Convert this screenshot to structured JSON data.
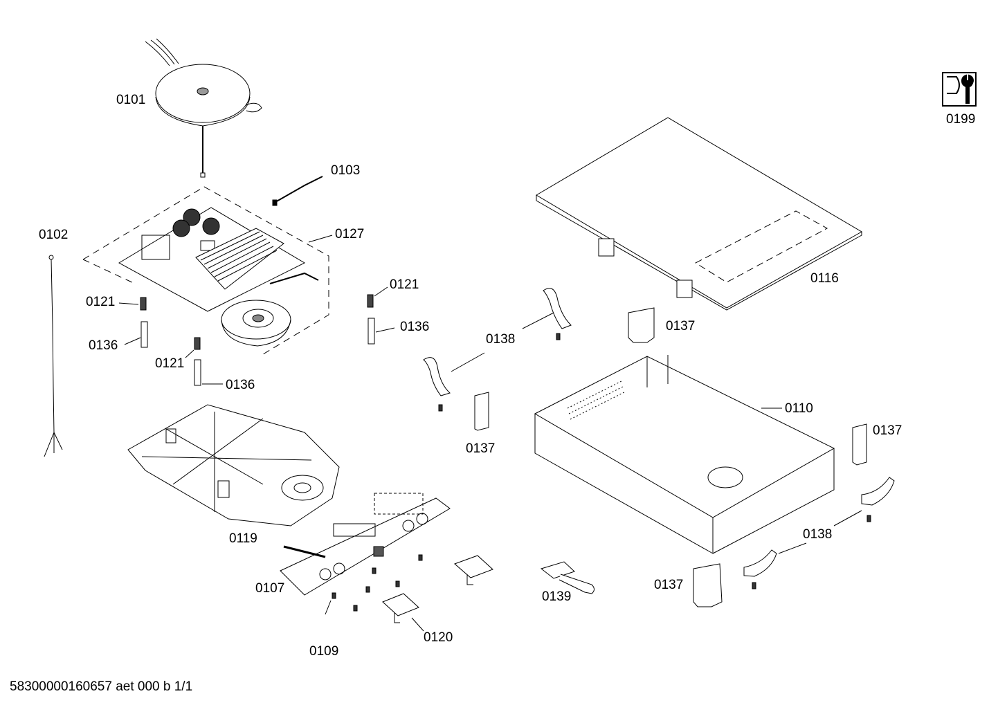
{
  "diagram": {
    "labels": {
      "p0101": "0101",
      "p0102": "0102",
      "p0103": "0103",
      "p0107": "0107",
      "p0109": "0109",
      "p0110": "0110",
      "p0116": "0116",
      "p0119": "0119",
      "p0120": "0120",
      "p0121a": "0121",
      "p0121b": "0121",
      "p0121c": "0121",
      "p0127": "0127",
      "p0136a": "0136",
      "p0136b": "0136",
      "p0136c": "0136",
      "p0137a": "0137",
      "p0137b": "0137",
      "p0137c": "0137",
      "p0137d": "0137",
      "p0138a": "0138",
      "p0138b": "0138",
      "p0139": "0139",
      "p0199": "0199"
    },
    "footer": "58300000160657 aet 000 b 1/1",
    "service_icon": "service-wrench-icon",
    "line_color": "#000000"
  }
}
